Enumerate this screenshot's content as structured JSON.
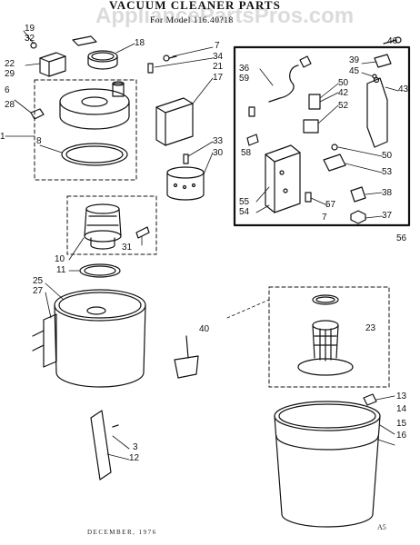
{
  "header": {
    "title": "VACUUM CLEANER PARTS",
    "model": "For Model 116.40?18",
    "watermark": "AppliancePartsPros.com"
  },
  "footer": {
    "date": "DECEMBER, 1976",
    "code": "A5"
  },
  "callouts": [
    {
      "id": "c19",
      "label": "19"
    },
    {
      "id": "c32",
      "label": "32"
    },
    {
      "id": "c22",
      "label": "22"
    },
    {
      "id": "c29",
      "label": "29"
    },
    {
      "id": "c6",
      "label": "6"
    },
    {
      "id": "c28",
      "label": "28"
    },
    {
      "id": "c1",
      "label": "1"
    },
    {
      "id": "c8",
      "label": "8"
    },
    {
      "id": "c18",
      "label": "18"
    },
    {
      "id": "c7a",
      "label": "7"
    },
    {
      "id": "c34",
      "label": "34"
    },
    {
      "id": "c21",
      "label": "21"
    },
    {
      "id": "c17",
      "label": "17"
    },
    {
      "id": "c33",
      "label": "33"
    },
    {
      "id": "c30",
      "label": "30"
    },
    {
      "id": "c31",
      "label": "31"
    },
    {
      "id": "c10",
      "label": "10"
    },
    {
      "id": "c11",
      "label": "11"
    },
    {
      "id": "c25",
      "label": "25"
    },
    {
      "id": "c27",
      "label": "27"
    },
    {
      "id": "c40",
      "label": "40"
    },
    {
      "id": "c3",
      "label": "3"
    },
    {
      "id": "c12",
      "label": "12"
    },
    {
      "id": "c46",
      "label": "46"
    },
    {
      "id": "c36",
      "label": "36"
    },
    {
      "id": "c59",
      "label": "59"
    },
    {
      "id": "c39",
      "label": "39"
    },
    {
      "id": "c45",
      "label": "45"
    },
    {
      "id": "c50a",
      "label": "50"
    },
    {
      "id": "c42",
      "label": "42"
    },
    {
      "id": "c52",
      "label": "52"
    },
    {
      "id": "c43",
      "label": "43"
    },
    {
      "id": "c58",
      "label": "58"
    },
    {
      "id": "c50b",
      "label": "50"
    },
    {
      "id": "c53",
      "label": "53"
    },
    {
      "id": "c38",
      "label": "38"
    },
    {
      "id": "c55",
      "label": "55"
    },
    {
      "id": "c54",
      "label": "54"
    },
    {
      "id": "c57",
      "label": "57"
    },
    {
      "id": "c7b",
      "label": "7"
    },
    {
      "id": "c37",
      "label": "37"
    },
    {
      "id": "c56",
      "label": "56"
    },
    {
      "id": "c23",
      "label": "23"
    },
    {
      "id": "c13",
      "label": "13"
    },
    {
      "id": "c14",
      "label": "14"
    },
    {
      "id": "c15",
      "label": "15"
    },
    {
      "id": "c16",
      "label": "16"
    }
  ]
}
